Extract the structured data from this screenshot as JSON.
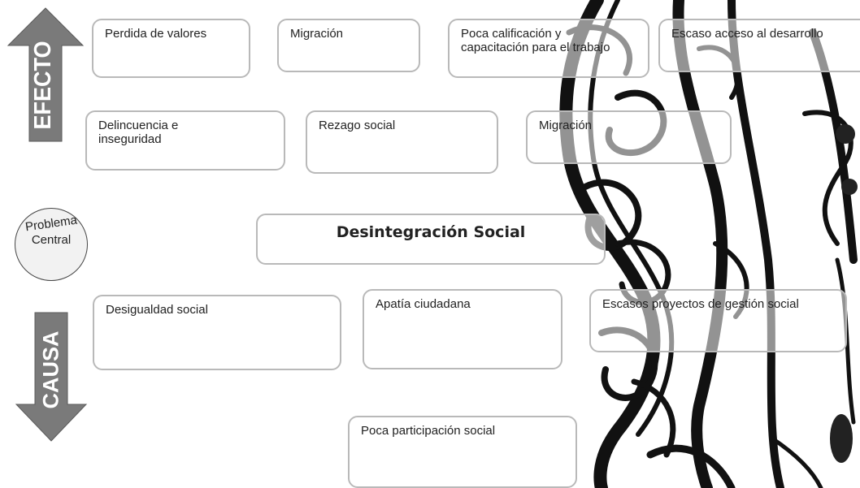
{
  "arrows": {
    "efecto": "EFECTO",
    "causa": "CAUSA"
  },
  "problema_central": {
    "label_top": "Problema",
    "label_bottom": "Central",
    "title": "Desintegración Social"
  },
  "efectos": [
    "Perdida de valores",
    "Migración",
    "Poca calificación y capacitación para el trabajo",
    "Escaso acceso al desarrollo",
    "Delincuencia e inseguridad",
    "Rezago social",
    "Migración"
  ],
  "causas": [
    "Desigualdad social",
    "Apatía ciudadana",
    "Escasos proyectos de gestión social",
    "Poca participación social"
  ],
  "colors": {
    "arrow_fill": "#7a7a7a",
    "box_border": "#b9b9b9"
  }
}
